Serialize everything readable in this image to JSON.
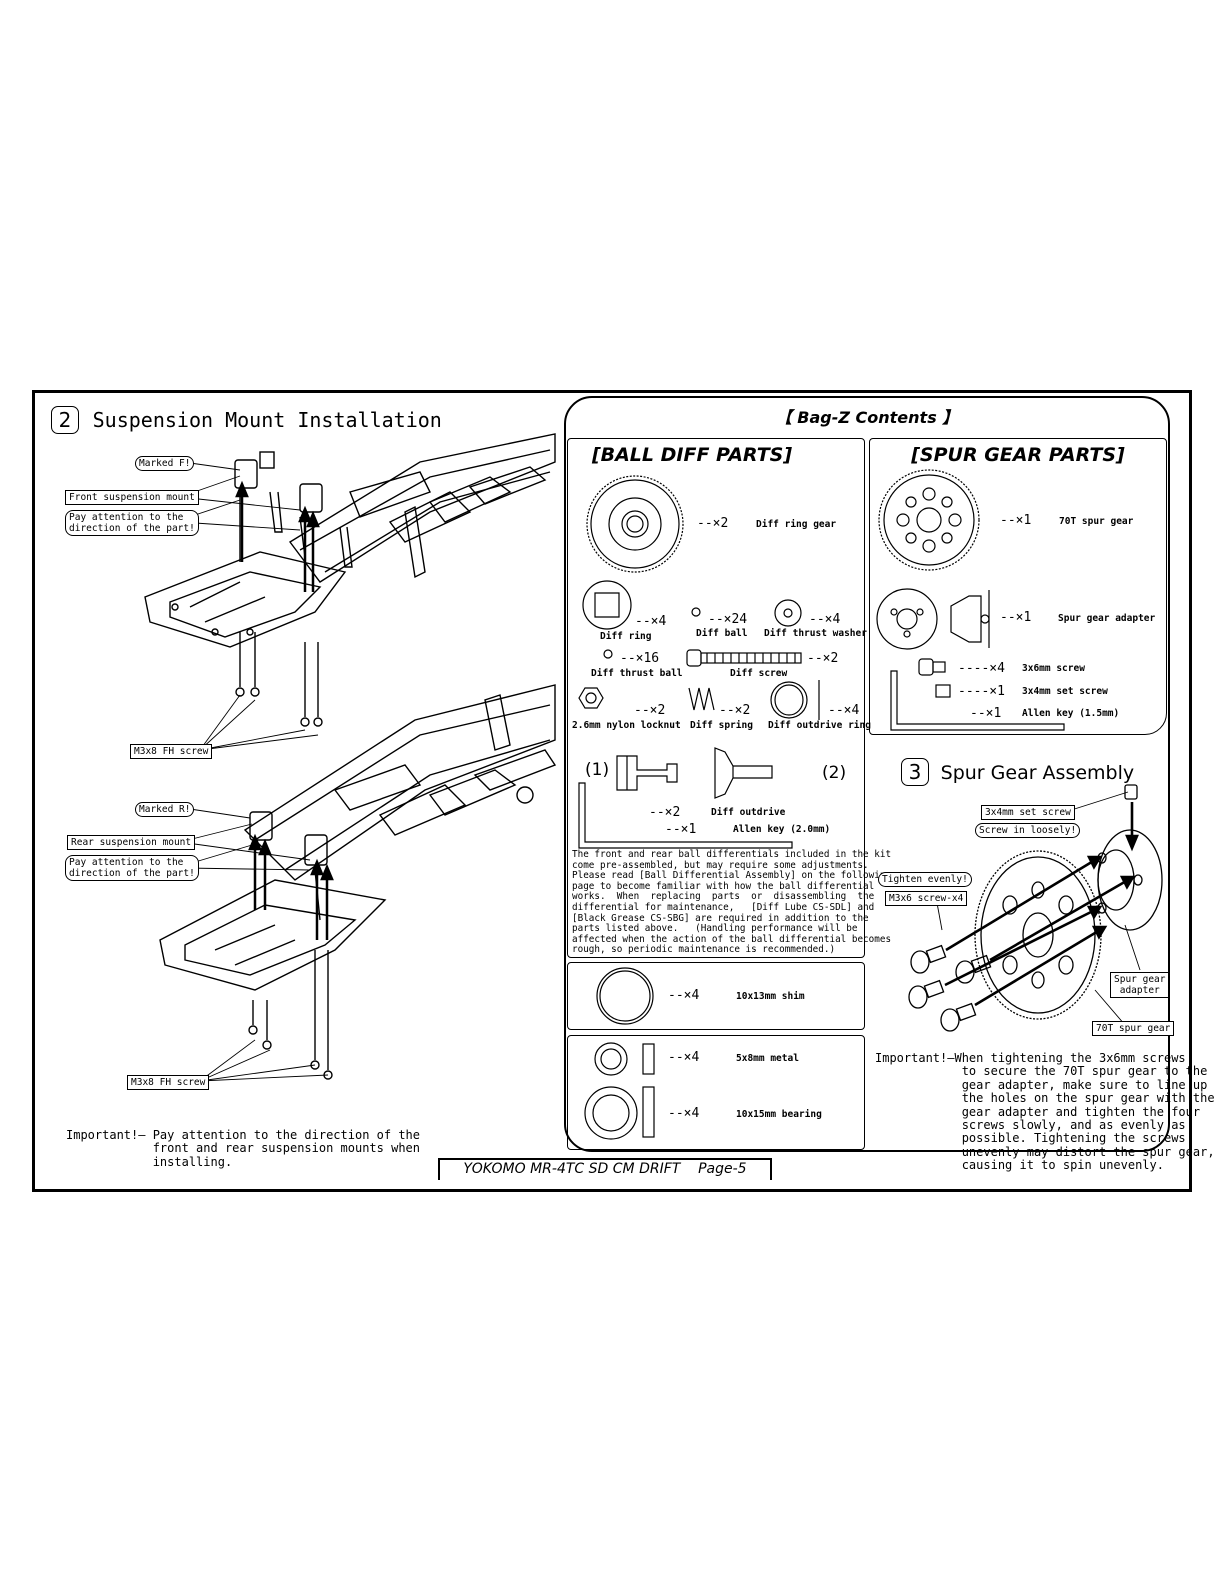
{
  "step2": {
    "num": "2",
    "title": "Suspension Mount Installation",
    "callouts": {
      "marked_f": "Marked F!",
      "front_mount": "Front suspension mount",
      "pay_attention_1": "Pay attention to the\ndirection of the part!",
      "screw_top": "M3x8 FH screw",
      "marked_r": "Marked R!",
      "rear_mount": "Rear suspension mount",
      "pay_attention_2": "Pay attention to the\ndirection of the part!",
      "screw_bottom": "M3x8 FH screw"
    },
    "important": "Important!— Pay attention to the direction of the\n            front and rear suspension mounts when\n            installing."
  },
  "bag": {
    "title": "【 Bag-Z Contents 】",
    "ball_diff": {
      "header": "[BALL DIFF PARTS]",
      "parts": [
        {
          "qty": "--×2",
          "name": "Diff ring gear"
        },
        {
          "qty": "--×4",
          "name": "Diff ring"
        },
        {
          "qty": "--×24",
          "name": "Diff ball"
        },
        {
          "qty": "--×4",
          "name": "Diff thrust washer"
        },
        {
          "qty": "--×16",
          "name": "Diff thrust ball"
        },
        {
          "qty": "--×2",
          "name": "Diff screw"
        },
        {
          "qty": "--×2",
          "name": "2.6mm nylon locknut"
        },
        {
          "qty": "--×2",
          "name": "Diff spring"
        },
        {
          "qty": "--×4",
          "name": "Diff outdrive ring"
        },
        {
          "qty": "--×2",
          "name": "Diff outdrive"
        },
        {
          "qty": "--×1",
          "name": "Allen key (2.0mm)"
        }
      ],
      "labels": {
        "one": "(1)",
        "two": "(2)"
      },
      "note": "The front and rear ball differentials included in the kit\ncome pre-assembled, but may require some adjustments.\nPlease read [Ball Differential Assembly] on the following\npage to become familiar with how the ball differential\nworks.  When  replacing  parts  or  disassembling  the\ndifferential for maintenance,   [Diff Lube CS-SDL] and\n[Black Grease CS-SBG] are required in addition to the\nparts listed above.   (Handling performance will be\naffected when the action of the ball differential becomes\nrough, so periodic maintenance is recommended.)"
    },
    "shim": {
      "qty": "--×4",
      "name": "10x13mm shim"
    },
    "bearings": [
      {
        "qty": "--×4",
        "name": "5x8mm metal"
      },
      {
        "qty": "--×4",
        "name": "10x15mm bearing"
      }
    ],
    "spur_gear": {
      "header": "[SPUR GEAR PARTS]",
      "parts": [
        {
          "qty": "--×1",
          "name": "70T spur gear"
        },
        {
          "qty": "--×1",
          "name": "Spur gear adapter"
        },
        {
          "qty": "----×4",
          "name": "3x6mm screw"
        },
        {
          "qty": "----×1",
          "name": "3x4mm set screw"
        },
        {
          "qty": "--×1",
          "name": "Allen key (1.5mm)"
        }
      ]
    }
  },
  "step3": {
    "num": "3",
    "title": "Spur Gear Assembly",
    "callouts": {
      "set_screw": "3x4mm set screw",
      "screw_loosely": "Screw in loosely!",
      "tighten": "Tighten evenly!",
      "screw_x4": "M3x6 screw-x4",
      "adapter": "Spur gear\nadapter",
      "spur": "70T spur gear"
    },
    "important": "Important!—When tightening the 3x6mm screws\n            to secure the 70T spur gear to the\n            gear adapter, make sure to line up\n            the holes on the spur gear with the\n            gear adapter and tighten the four\n            screws slowly, and as evenly as\n            possible. Tightening the screws\n            unevenly may distort the spur gear,\n            causing it to spin unevenly."
  },
  "footer": "YOKOMO MR-4TC SD CM DRIFT    Page-5"
}
